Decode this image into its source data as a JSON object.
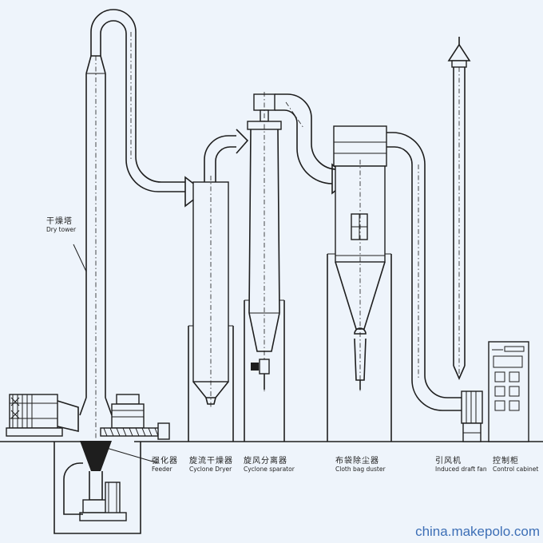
{
  "labels": {
    "dry_tower": {
      "zh": "干燥塔",
      "en": "Dry tower"
    },
    "feeder": {
      "zh": "强化器",
      "en": "Feeder"
    },
    "cyclone_dryer": {
      "zh": "旋流干燥器",
      "en": "Cyclone Dryer"
    },
    "cyclone_separator": {
      "zh": "旋风分离器",
      "en": "Cyclone sparator"
    },
    "cloth_bag_duster": {
      "zh": "布袋除尘器",
      "en": "Cloth bag duster"
    },
    "induced_draft_fan": {
      "zh": "引风机",
      "en": "Induced draft fan"
    },
    "control_cabinet": {
      "zh": "控制柜",
      "en": "Control cabinet"
    }
  },
  "watermark": "china.makepolo.com"
}
